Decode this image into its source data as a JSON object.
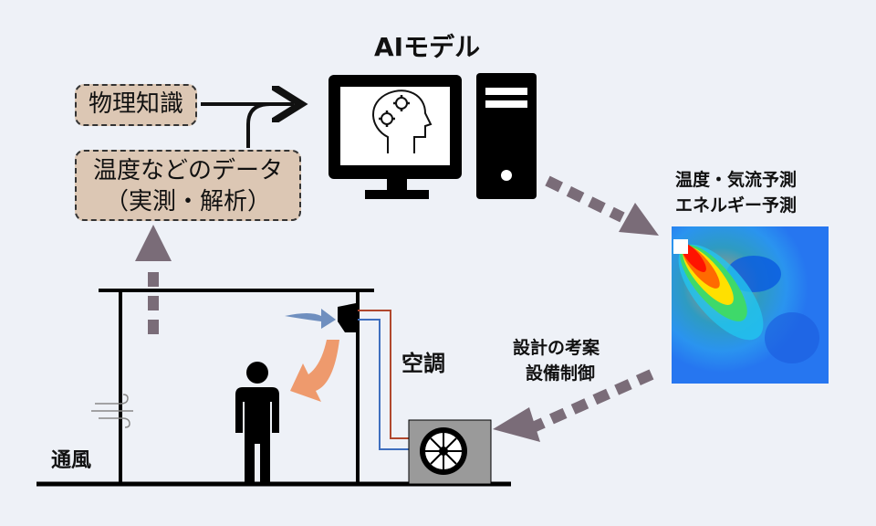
{
  "ai_model": {
    "title": "AIモデル"
  },
  "inputs": {
    "physics_knowledge": "物理知識",
    "data_line1": "温度などのデータ",
    "data_line2": "（実測・解析）"
  },
  "prediction": {
    "line1": "温度・気流予測",
    "line2": "エネルギー予測"
  },
  "design": {
    "line1": "設計の考案",
    "line2": "設備制御"
  },
  "room": {
    "ac_label": "空調",
    "ventilation_label": "通風"
  },
  "colors": {
    "arrow_gray": "#7a6c78",
    "airflow_blue": "#6f8fbf",
    "airflow_orange": "#ee9a6d",
    "box_fill": "#dcc7b4",
    "pipe_red": "#b0472d",
    "pipe_blue": "#3f6fbf"
  }
}
